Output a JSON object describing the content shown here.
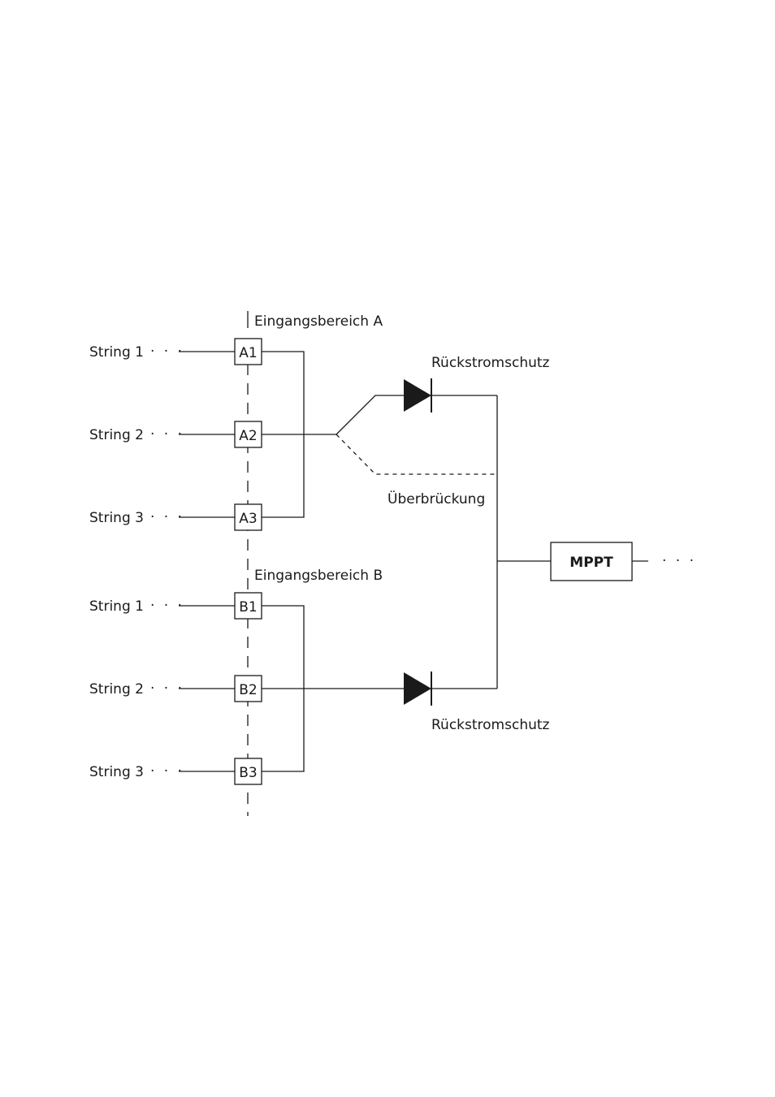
{
  "group_a": {
    "title": "Eingangsbereich A",
    "strings": [
      "String 1",
      "String 2",
      "String 3"
    ],
    "inputs": [
      "A1",
      "A2",
      "A3"
    ]
  },
  "group_b": {
    "title": "Eingangsbereich B",
    "strings": [
      "String 1",
      "String 2",
      "String 3"
    ],
    "inputs": [
      "B1",
      "B2",
      "B3"
    ]
  },
  "ellipsis": "· · ·",
  "diode_a_label": "Rückstromschutz",
  "diode_b_label": "Rückstromschutz",
  "bypass_label": "Überbrückung",
  "mppt_label": "MPPT",
  "output_ellipsis": "· · ·"
}
